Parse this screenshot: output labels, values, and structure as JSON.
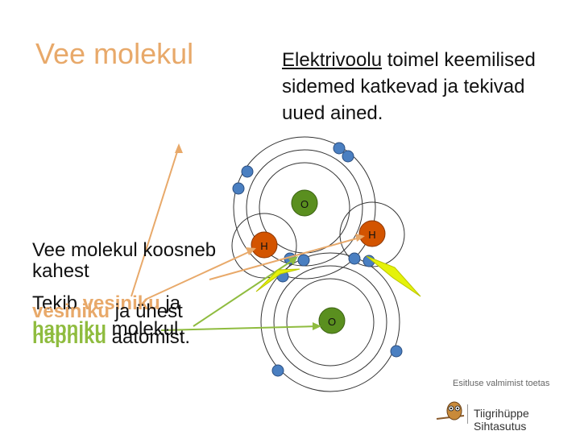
{
  "title": "Vee molekul",
  "right_text": {
    "underlined": "Elektrivoolu",
    "rest": " toimel keemilised sidemed katkevad ja tekivad uued ained."
  },
  "left_text": "Vee molekul koosneb kahest",
  "overlay": {
    "line1_dark": "Tekib ",
    "line1_orange": "vesiniku",
    "line1_dark2": " ja",
    "line1b_orange": "vesiniku",
    "line1b_dark": " ja ühest",
    "line2_green": "hapniku",
    "line2_dark": " molekul.",
    "line2b_green": "hapniku",
    "line2b_dark": " aatomist."
  },
  "atoms": {
    "oxygen_label": "O",
    "hydrogen_label": "H"
  },
  "sponsor_text": "Esitluse valmimist toetas",
  "logo_text": "Tiigrihüppe Sihtasutus",
  "colors": {
    "title": "#e8a96a",
    "oxygen_fill": "#5a8f1f",
    "hydrogen_fill": "#d35400",
    "electron": "#4a7fc1",
    "orange_arrow": "#e8a96a",
    "green_arrow": "#8fbc3f"
  }
}
